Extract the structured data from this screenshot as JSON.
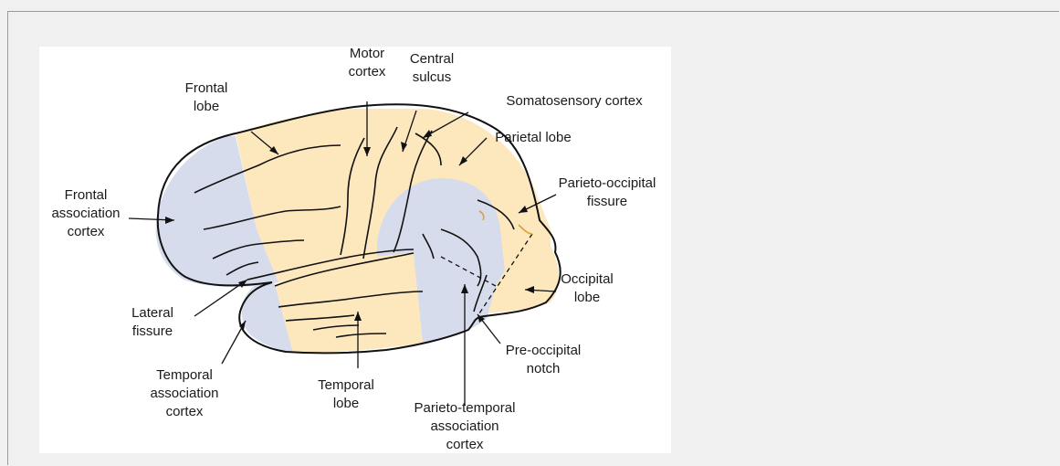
{
  "labels": {
    "frontal_lobe": [
      "Frontal",
      "lobe"
    ],
    "motor_cortex": [
      "Motor",
      "cortex"
    ],
    "central_sulcus": [
      "Central",
      "sulcus"
    ],
    "somatosensory_cortex": [
      "Somatosensory cortex"
    ],
    "parietal_lobe": [
      "Parietal lobe"
    ],
    "parieto_occipital_fissure": [
      "Parieto-occipital",
      "fissure"
    ],
    "frontal_association_cortex": [
      "Frontal",
      "association",
      "cortex"
    ],
    "occipital_lobe": [
      "Occipital",
      "lobe"
    ],
    "lateral_fissure": [
      "Lateral",
      "fissure"
    ],
    "pre_occipital_notch": [
      "Pre-occipital",
      "notch"
    ],
    "temporal_association_cortex": [
      "Temporal",
      "association",
      "cortex"
    ],
    "temporal_lobe": [
      "Temporal",
      "lobe"
    ],
    "parieto_temporal_association_cortex": [
      "Parieto-temporal",
      "association",
      "cortex"
    ]
  },
  "colors": {
    "association_region": "#d6dcec",
    "lobe_region": "#fde7bd",
    "outline": "#111111",
    "fissure_highlight": "#e0a030"
  }
}
